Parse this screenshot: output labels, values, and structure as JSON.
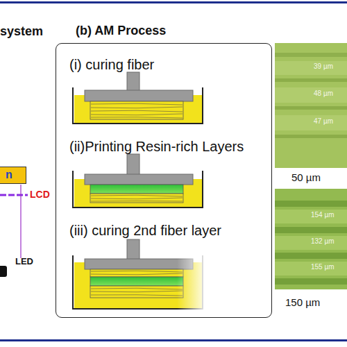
{
  "diagram": {
    "nodes": [
      {
        "text": [
          "n"
        ]
      },
      {
        "text": [
          "(b) AM Process",
          "(i) curing fiber",
          "(ii)Printing Resin-rich Layers",
          "(iii) curing 2nd fiber layer"
        ]
      },
      {
        "text": [
          "39 µm",
          "48 µm",
          "47 µm",
          "50 µm"
        ]
      },
      {
        "text": [
          "154 µm",
          "132 µm",
          "155 µm",
          "150 µm"
        ]
      }
    ],
    "labels": [
      "system",
      "LCD",
      "LED"
    ]
  }
}
